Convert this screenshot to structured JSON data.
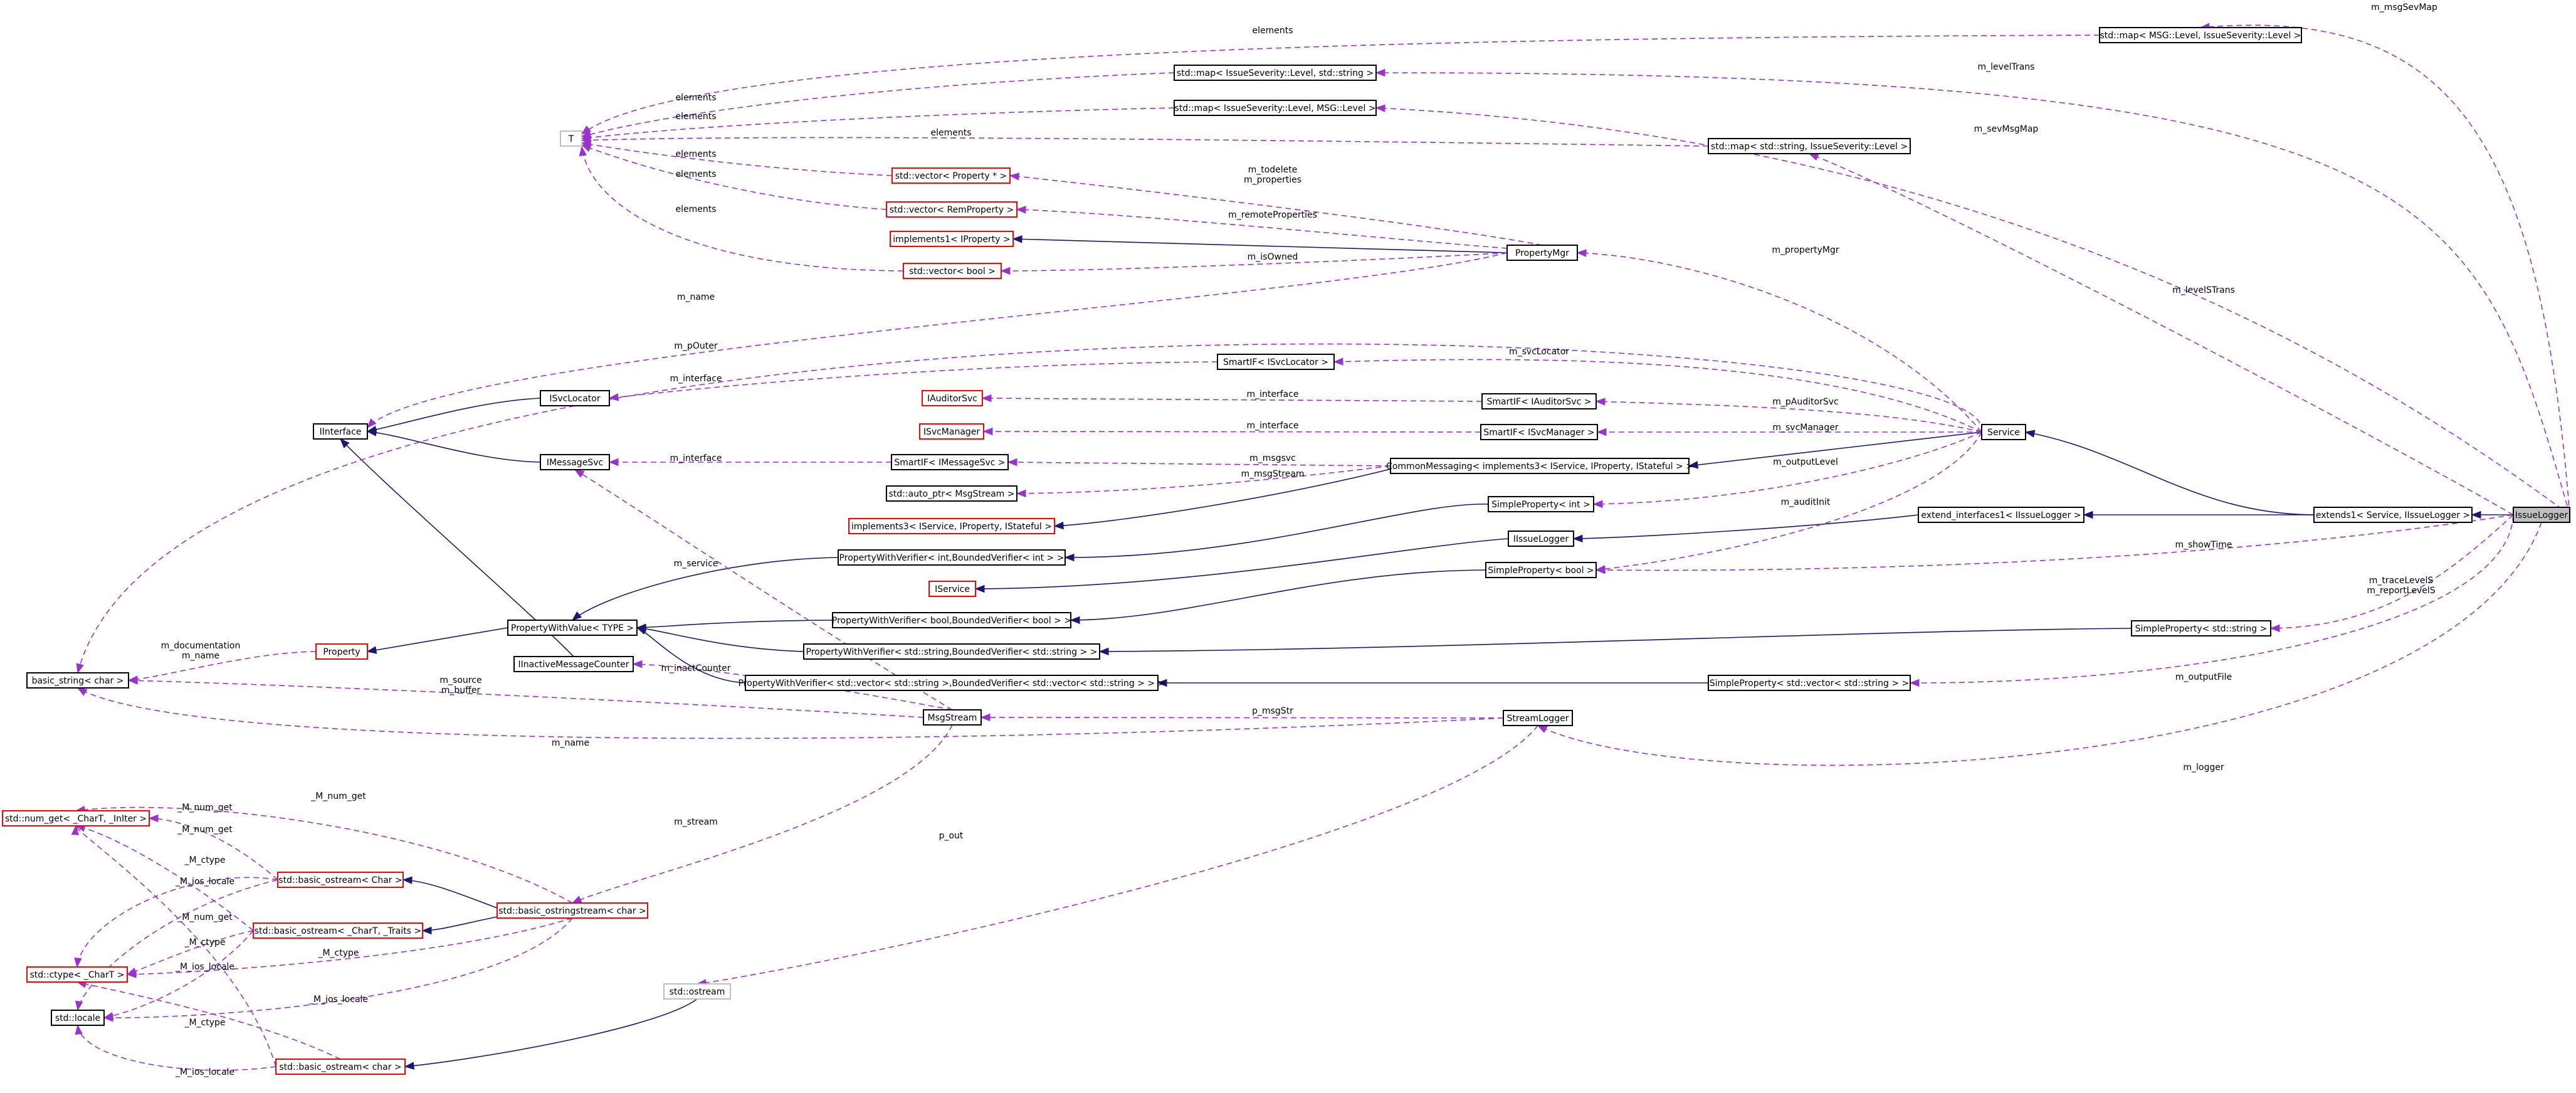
{
  "diagram": {
    "title": "",
    "colors": {
      "inheritance": "#191970",
      "usage": "#9a32cd",
      "normal_border": "#000000",
      "undocumented_border": "#ff0000",
      "gray_border": "#bfbfbf",
      "focus_fill": "#bfbfbf"
    },
    "nodes": {
      "map_msg_level": "std::map< MSG::Level, IssueSeverity::Level >",
      "map_level_string": "std::map< IssueSeverity::Level, std::string >",
      "map_level_msg": "std::map< IssueSeverity::Level, MSG::Level >",
      "map_string_level": "std::map< std::string, IssueSeverity::Level >",
      "T": "T",
      "vec_property_ptr": "std::vector< Property * >",
      "vec_remproperty": "std::vector< RemProperty >",
      "impl1_iproperty": "implements1< IProperty >",
      "vec_bool": "std::vector< bool >",
      "property_mgr": "PropertyMgr",
      "smartif_isvclocator": "SmartIF< ISvcLocator >",
      "isvclocator": "ISvcLocator",
      "iinterface": "IInterface",
      "iauditorsvc": "IAuditorSvc",
      "smartif_iauditorsvc": "SmartIF< IAuditorSvc >",
      "isvcmanager": "ISvcManager",
      "smartif_isvcmanager": "SmartIF< ISvcManager >",
      "service": "Service",
      "imessagesvc": "IMessageSvc",
      "smartif_imessagesvc": "SmartIF< IMessageSvc >",
      "common_messaging": "CommonMessaging< implements3< IService, IProperty, IStateful > >",
      "auto_ptr_msgstream": "std::auto_ptr< MsgStream >",
      "simpleprop_int": "SimpleProperty< int >",
      "extend_interfaces1": "extend_interfaces1< IIssueLogger >",
      "extends1": "extends1< Service, IIssueLogger >",
      "issuelogger": "IssueLogger",
      "impl3": "implements3< IService, IProperty, IStateful >",
      "iissuelogger": "IIssueLogger",
      "pwv_int": "PropertyWithVerifier< int,BoundedVerifier< int > >",
      "simpleprop_bool": "SimpleProperty< bool >",
      "iservice": "IService",
      "pwv_bool": "PropertyWithVerifier< bool,BoundedVerifier< bool > >",
      "simpleprop_string": "SimpleProperty< std::string >",
      "property": "Property",
      "propertywithvalue": "PropertyWithValue< TYPE >",
      "pwv_string": "PropertyWithVerifier< std::string,BoundedVerifier< std::string > >",
      "basic_string": "basic_string< char >",
      "iinactive": "IInactiveMessageCounter",
      "pwv_vecstring": "PropertyWithVerifier< std::vector< std::string >,BoundedVerifier< std::vector< std::string > > >",
      "simpleprop_vecstring": "SimpleProperty< std::vector< std::string > >",
      "msgstream": "MsgStream",
      "streamlogger": "StreamLogger",
      "num_get": "std::num_get< _CharT, _InIter >",
      "basic_ostream_Char": "std::basic_ostream< Char >",
      "basic_ostringstream": "std::basic_ostringstream< char >",
      "basic_ostream_CharT": "std::basic_ostream< _CharT, _Traits >",
      "ctype": "std::ctype< _CharT >",
      "ostream": "std::ostream",
      "locale": "std::locale",
      "basic_ostream_char": "std::basic_ostream< char >"
    },
    "edge_labels": {
      "msgSevMap": "m_msgSevMap",
      "elements": "elements",
      "levelTrans": "m_levelTrans",
      "sevMsgMap": "m_sevMsgMap",
      "todelete_properties": [
        "m_todelete",
        "m_properties"
      ],
      "remoteProperties": "m_remoteProperties",
      "isOwned": "m_isOwned",
      "propertyMgr": "m_propertyMgr",
      "name": "m_name",
      "levelSTrans": "m_levelSTrans",
      "pOuter": "m_pOuter",
      "svcLocator": "m_svcLocator",
      "interface": "m_interface",
      "pAuditorSvc": "m_pAuditorSvc",
      "svcManager": "m_svcManager",
      "msgsvc": "m_msgsvc",
      "msgStream": "m_msgStream",
      "outputLevel": "m_outputLevel",
      "auditInit": "m_auditInit",
      "showTime": "m_showTime",
      "service": "m_service",
      "trace_report": [
        "m_traceLevelS",
        "m_reportLevelS"
      ],
      "documentation_name": [
        "m_documentation",
        "m_name"
      ],
      "inactCounter": "m_inactCounter",
      "outputFile": "m_outputFile",
      "source_buffer": [
        "m_source",
        "m_buffer"
      ],
      "msgStr": "p_msgStr",
      "logger": "m_logger",
      "M_num_get": "_M_num_get",
      "stream": "m_stream",
      "out": "p_out",
      "M_ctype": "_M_ctype",
      "M_ios_locale": "_M_ios_locale"
    }
  }
}
